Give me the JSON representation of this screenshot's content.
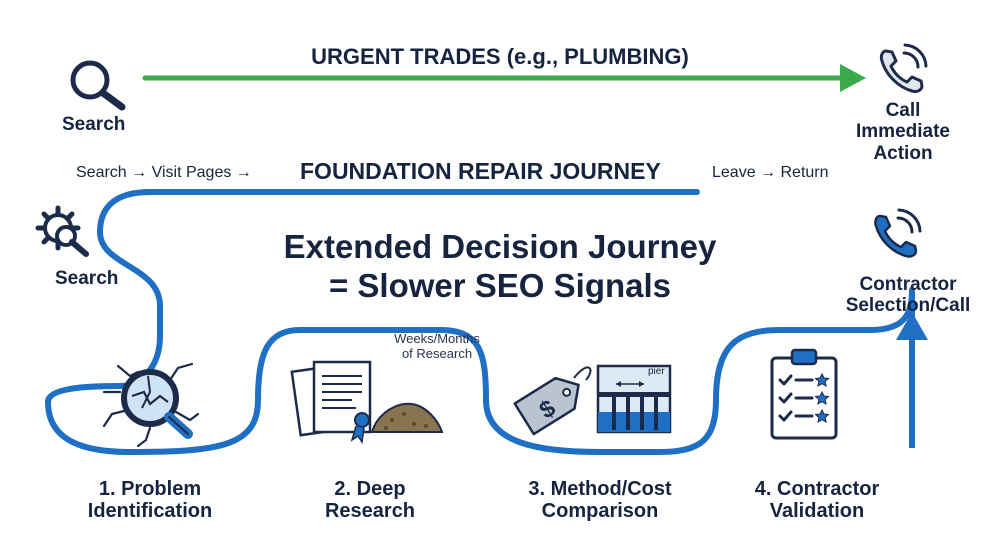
{
  "urgent": {
    "title": "URGENT TRADES (e.g., PLUMBING)",
    "search_label": "Search",
    "end_label_lines": [
      "Call",
      "Immediate",
      "Action"
    ],
    "search_icon": "magnifier-icon",
    "phone_icon": "phone-ringing-icon",
    "arrow_color": "#3aaa4a"
  },
  "foundation": {
    "title": "FOUNDATION REPAIR JOURNEY",
    "left_caption": "Search → Visit Pages →",
    "right_caption": "Leave → Return",
    "search_label": "Search",
    "search_icon": "gear-magnifier-icon",
    "path_color": "#1f6fc4"
  },
  "headline": {
    "line1": "Extended Decision Journey",
    "line2": "= Slower SEO Signals"
  },
  "research_note": [
    "Weeks/Months",
    "of Research"
  ],
  "end": {
    "label_lines": [
      "Contractor",
      "Selection/Call"
    ],
    "icon": "phone-ringing-icon"
  },
  "stages": [
    {
      "label_lines": [
        "1. Problem",
        "Identification"
      ],
      "icon": "cracked-wall-magnifier-icon"
    },
    {
      "label_lines": [
        "2. Deep",
        "Research"
      ],
      "icon": "documents-and-soil-icon"
    },
    {
      "label_lines": [
        "3. Method/Cost",
        "Comparison"
      ],
      "icon": "price-tag-and-pier-icon",
      "pier_label": "pier"
    },
    {
      "label_lines": [
        "4. Contractor",
        "Validation"
      ],
      "icon": "checklist-clipboard-icon"
    }
  ]
}
